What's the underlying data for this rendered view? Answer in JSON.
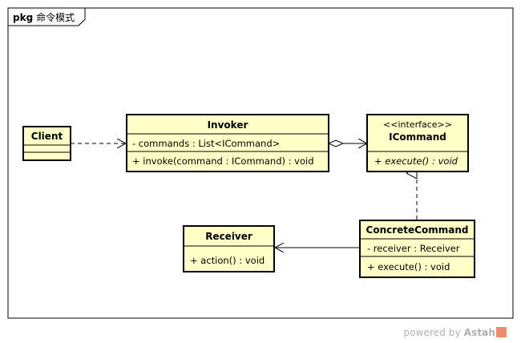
{
  "package": {
    "keyword": "pkg",
    "name": "命令模式"
  },
  "classes": {
    "client": {
      "name": "Client"
    },
    "invoker": {
      "name": "Invoker",
      "attributes": [
        "- commands : List<ICommand>"
      ],
      "operations": [
        "+ invoke(command : ICommand) : void"
      ]
    },
    "icommand": {
      "stereotype": "<<interface>>",
      "name": "ICommand",
      "operations": [
        "+ execute() : void"
      ]
    },
    "receiver": {
      "name": "Receiver",
      "operations": [
        "+ action() : void"
      ]
    },
    "concrete": {
      "name": "ConcreteCommand",
      "attributes": [
        "- receiver : Receiver"
      ],
      "operations": [
        "+ execute() : void"
      ]
    }
  },
  "watermark": {
    "prefix": "powered by ",
    "brand": "Astah"
  },
  "colors": {
    "class_fill": "#ffffc8",
    "border": "#000000",
    "watermark": "#b0b0b0",
    "logo": "#f28b6a"
  }
}
